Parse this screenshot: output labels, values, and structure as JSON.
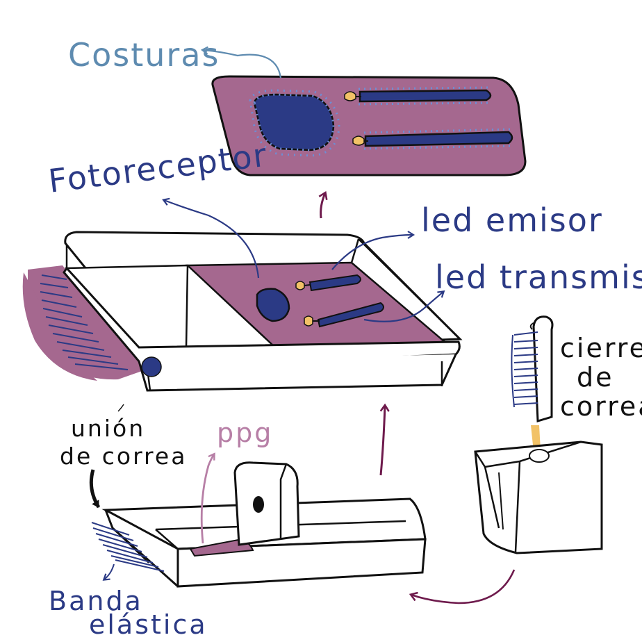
{
  "labels": {
    "costuras": "Costuras",
    "fotoreceptor": "Fotoreceptor",
    "led_emisor": "led emisor",
    "led_transmisor": "led transmisor",
    "cierre_de_correa": [
      "cierre",
      "de",
      "correa"
    ],
    "union_de_correa": [
      "unión",
      "de correa"
    ],
    "ppg": "ppg",
    "banda_elastica": [
      "Banda",
      "elástica"
    ]
  },
  "colors": {
    "fabric_purple": "#a5688f",
    "navy": "#2b3a85",
    "maroon_arrow": "#6e1a4c",
    "led_yellow": "#f2c267",
    "label_blue": "#5e8bb0",
    "label_pink": "#b77fa6",
    "outline": "#111111"
  },
  "icons": [
    "led-emitter-icon",
    "led-transmitter-icon",
    "photoreceptor-icon",
    "elastic-band-icon",
    "snap-button-icon"
  ]
}
